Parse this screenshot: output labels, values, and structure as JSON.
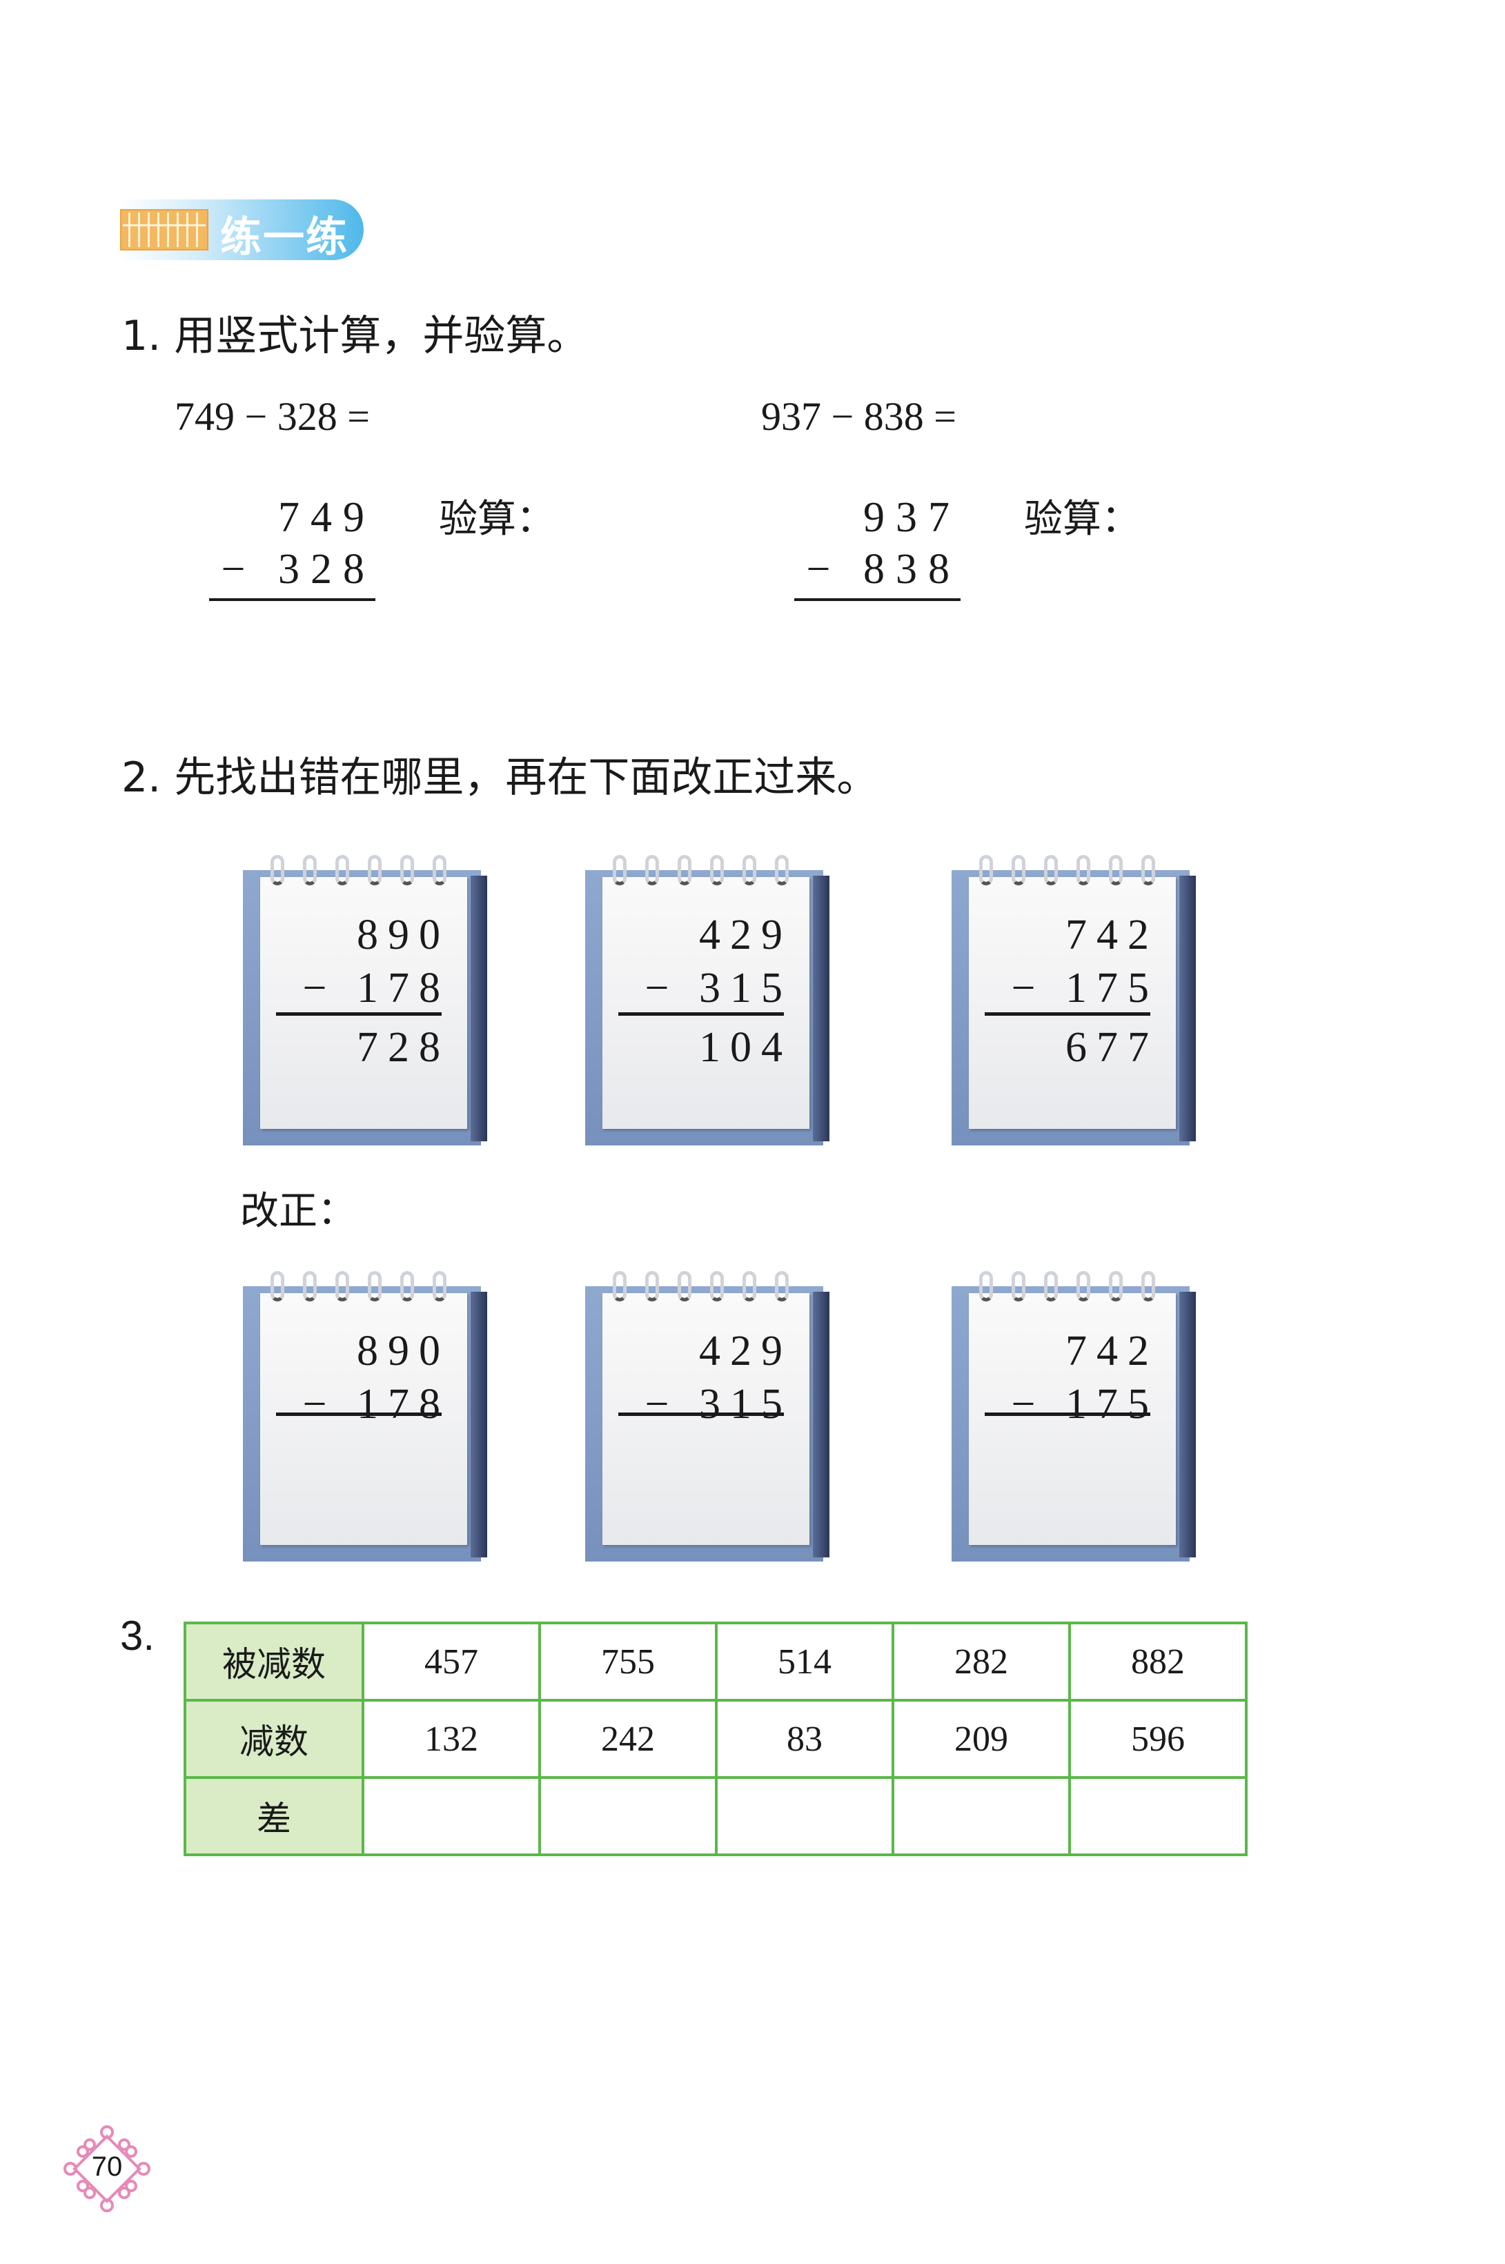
{
  "section_badge": {
    "title": "练一练",
    "icon": "abacus-icon"
  },
  "q1": {
    "title": "1. 用竖式计算，并验算。",
    "problems": [
      {
        "equation": "749 − 328 =",
        "top": "749",
        "bottom": "− 328",
        "check_label": "验算："
      },
      {
        "equation": "937 − 838 =",
        "top": "937",
        "bottom": "− 838",
        "check_label": "验算："
      }
    ]
  },
  "q2": {
    "title": "2. 先找出错在哪里，再在下面改正过来。",
    "wrong": [
      {
        "top": "890",
        "bottom": "− 178",
        "answer": "728"
      },
      {
        "top": "429",
        "bottom": "− 315",
        "answer": "104"
      },
      {
        "top": "742",
        "bottom": "− 175",
        "answer": "677"
      }
    ],
    "correct_label": "改正：",
    "corrected": [
      {
        "top": "890",
        "bottom": "− 178"
      },
      {
        "top": "429",
        "bottom": "− 315"
      },
      {
        "top": "742",
        "bottom": "− 175"
      }
    ]
  },
  "q3": {
    "number": "3.",
    "rows": [
      {
        "header": "被减数",
        "cells": [
          "457",
          "755",
          "514",
          "282",
          "882"
        ]
      },
      {
        "header": "减数",
        "cells": [
          "132",
          "242",
          "83",
          "209",
          "596"
        ]
      },
      {
        "header": "差",
        "cells": [
          "",
          "",
          "",
          "",
          ""
        ]
      }
    ]
  },
  "page_number": "70",
  "colors": {
    "badge_blue": "#4fb8ea",
    "table_green": "#5ab849",
    "header_fill": "#d9ecc6",
    "calendar_blue": "#8ea8cf",
    "page_ornament": "#e68ab8"
  }
}
